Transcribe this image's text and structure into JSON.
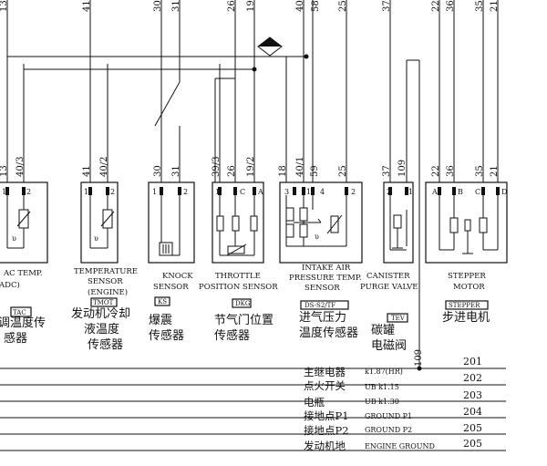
{
  "top_wire_numbers": [
    "13",
    "41",
    "30",
    "31",
    "26",
    "19",
    "40",
    "58",
    "25",
    "37",
    "22",
    "36",
    "35",
    "21"
  ],
  "components": [
    {
      "id": "ac_temp",
      "wires": [
        "13",
        "40/3"
      ],
      "pins": [
        "1",
        "2"
      ],
      "label_en": [
        "AC TEMP.",
        "ADC)"
      ],
      "tag": "TAC",
      "label_cn": [
        "调温度传",
        "感器"
      ]
    },
    {
      "id": "coolant_temp",
      "wires": [
        "41",
        "40/2"
      ],
      "pins": [
        "1",
        "2"
      ],
      "label_en": [
        "TEMPERATURE",
        "SENSOR",
        "(ENGINE)"
      ],
      "tag": "TMOT",
      "label_cn": [
        "发动机冷却",
        "液温度",
        "传感器"
      ]
    },
    {
      "id": "knock",
      "wires": [
        "30",
        "31"
      ],
      "pins": [
        "1",
        "2"
      ],
      "label_en": [
        "KNOCK",
        "SENSOR"
      ],
      "tag": "KS",
      "label_cn": [
        "爆震",
        "传感器"
      ]
    },
    {
      "id": "throttle",
      "wires": [
        "39/3",
        "26",
        "19/2"
      ],
      "pins": [
        "B",
        "C",
        "A"
      ],
      "label_en": [
        "THROTTLE",
        "POSITION SENSOR"
      ],
      "tag": "DKG",
      "label_cn": [
        "节气门位置",
        "传感器"
      ]
    },
    {
      "id": "intake_pressure",
      "wires": [
        "18",
        "40/1",
        "59",
        "25"
      ],
      "pins": [
        "3",
        "1",
        "4",
        "2"
      ],
      "label_en": [
        "INTAKE AIR",
        "PRESSURE TEMP.",
        "SENSOR"
      ],
      "tag": "DS-S2/TF",
      "label_cn": [
        "进气压力",
        "温度传感器"
      ]
    },
    {
      "id": "canister",
      "wires": [
        "37",
        "109"
      ],
      "pins": [
        "2",
        "1"
      ],
      "label_en": [
        "CANISTER",
        "PURGE VALVE"
      ],
      "tag": "TEV",
      "label_cn": [
        "碳罐",
        "电磁阀"
      ]
    },
    {
      "id": "stepper",
      "wires": [
        "22",
        "36",
        "35",
        "21"
      ],
      "pins": [
        "A",
        "B",
        "C",
        "D"
      ],
      "label_en": [
        "STEPPER",
        "MOTOR"
      ],
      "tag": "STEPPER",
      "label_cn": [
        "步进电机"
      ]
    }
  ],
  "side_wire": "109",
  "legend": [
    {
      "cn": "主继电器",
      "code": "k1.87(HR)",
      "num": "201"
    },
    {
      "cn": "点火开关",
      "code": "UB k1.15",
      "num": "202"
    },
    {
      "cn": "电瓶",
      "code": "UB k1.30",
      "num": "203"
    },
    {
      "cn": "接地点P1",
      "code": "GROUND P1",
      "num": "204"
    },
    {
      "cn": "接地点P2",
      "code": "GROUND P2",
      "num": "205"
    },
    {
      "cn": "发动机地",
      "code": "ENGINE GROUND",
      "num": "205"
    }
  ]
}
